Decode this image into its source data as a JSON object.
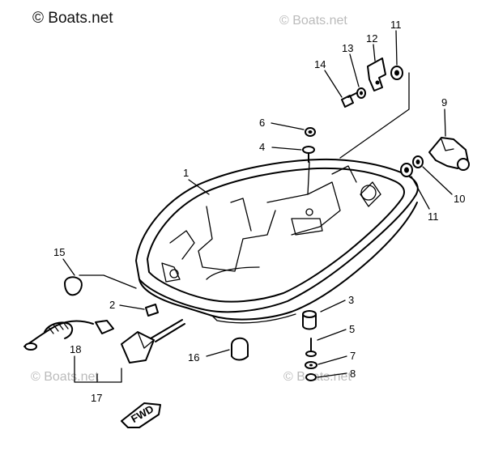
{
  "copyright": "© Boats.net",
  "watermark": "© Boats.net",
  "callouts": [
    {
      "id": "1",
      "label": "1"
    },
    {
      "id": "2",
      "label": "2"
    },
    {
      "id": "3",
      "label": "3"
    },
    {
      "id": "4",
      "label": "4"
    },
    {
      "id": "5",
      "label": "5"
    },
    {
      "id": "6",
      "label": "6"
    },
    {
      "id": "7",
      "label": "7"
    },
    {
      "id": "8",
      "label": "8"
    },
    {
      "id": "9",
      "label": "9"
    },
    {
      "id": "10",
      "label": "10"
    },
    {
      "id": "11a",
      "label": "11"
    },
    {
      "id": "11b",
      "label": "11"
    },
    {
      "id": "12",
      "label": "12"
    },
    {
      "id": "13",
      "label": "13"
    },
    {
      "id": "14",
      "label": "14"
    },
    {
      "id": "15",
      "label": "15"
    },
    {
      "id": "16",
      "label": "16"
    },
    {
      "id": "17",
      "label": "17"
    },
    {
      "id": "18",
      "label": "18"
    }
  ],
  "fwd_label": "FWD"
}
